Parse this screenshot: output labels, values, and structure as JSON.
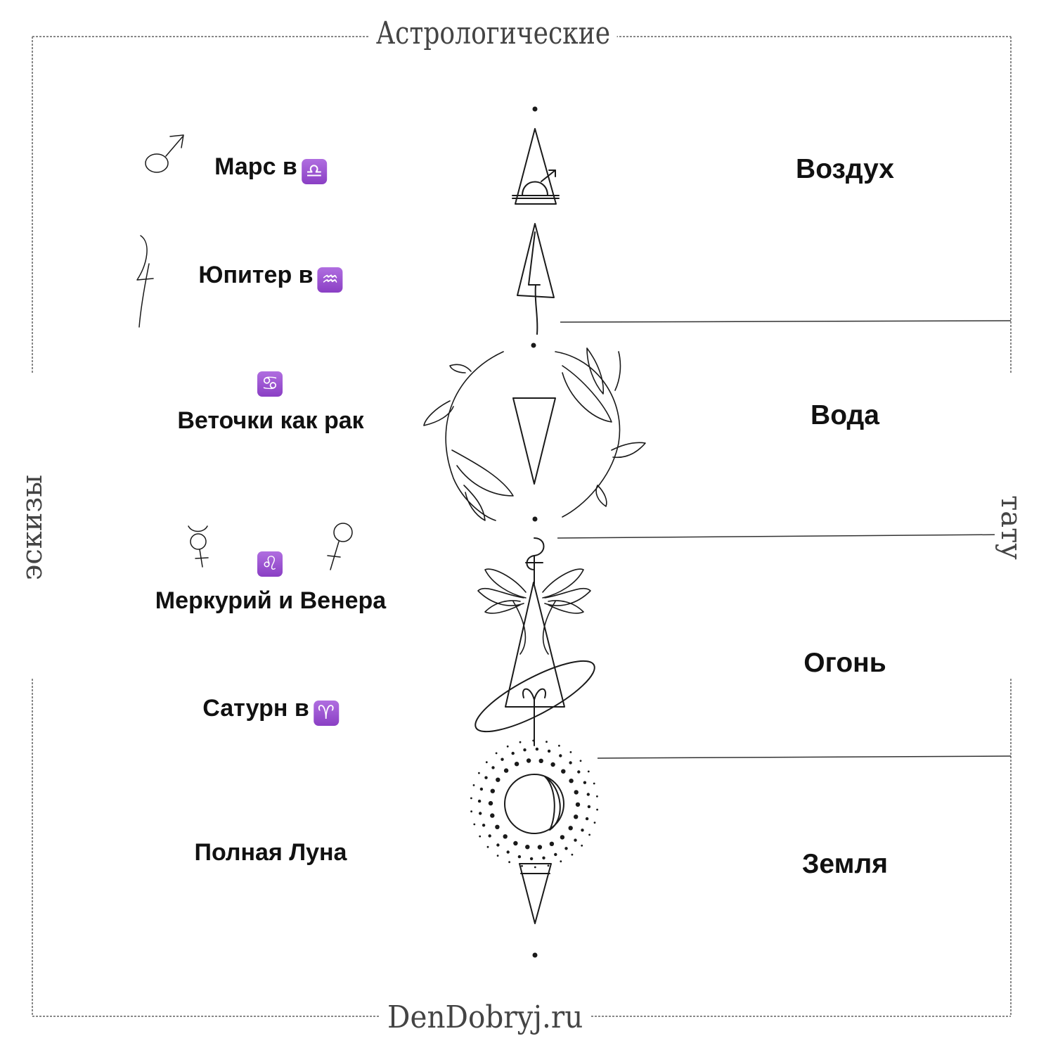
{
  "header": {
    "title": "Астрологические"
  },
  "footer": {
    "site": "DenDobryj.ru"
  },
  "side": {
    "left": "эскизы",
    "right": "тату"
  },
  "rows": [
    {
      "label": "Марс в",
      "zodiac": "♎",
      "zodiac_name": "libra",
      "planet_icon": "mars-icon"
    },
    {
      "label": "Юпитер в",
      "zodiac": "♒",
      "zodiac_name": "aquarius",
      "planet_icon": "jupiter-icon"
    },
    {
      "label": "Веточки как рак",
      "zodiac": "♋",
      "zodiac_name": "cancer"
    },
    {
      "label": "Меркурий и Венера",
      "zodiac": "♌",
      "zodiac_name": "leo",
      "planet_icons": [
        "mercury-icon",
        "venus-icon"
      ]
    },
    {
      "label": "Сатурн в",
      "zodiac": "♈",
      "zodiac_name": "aries"
    },
    {
      "label": "Полная Луна"
    }
  ],
  "elements": [
    "Воздух",
    "Вода",
    "Огонь",
    "Земля"
  ],
  "colors": {
    "badge": "#9b4fd6",
    "line": "#222222",
    "frame": "#777777",
    "text": "#111111"
  }
}
